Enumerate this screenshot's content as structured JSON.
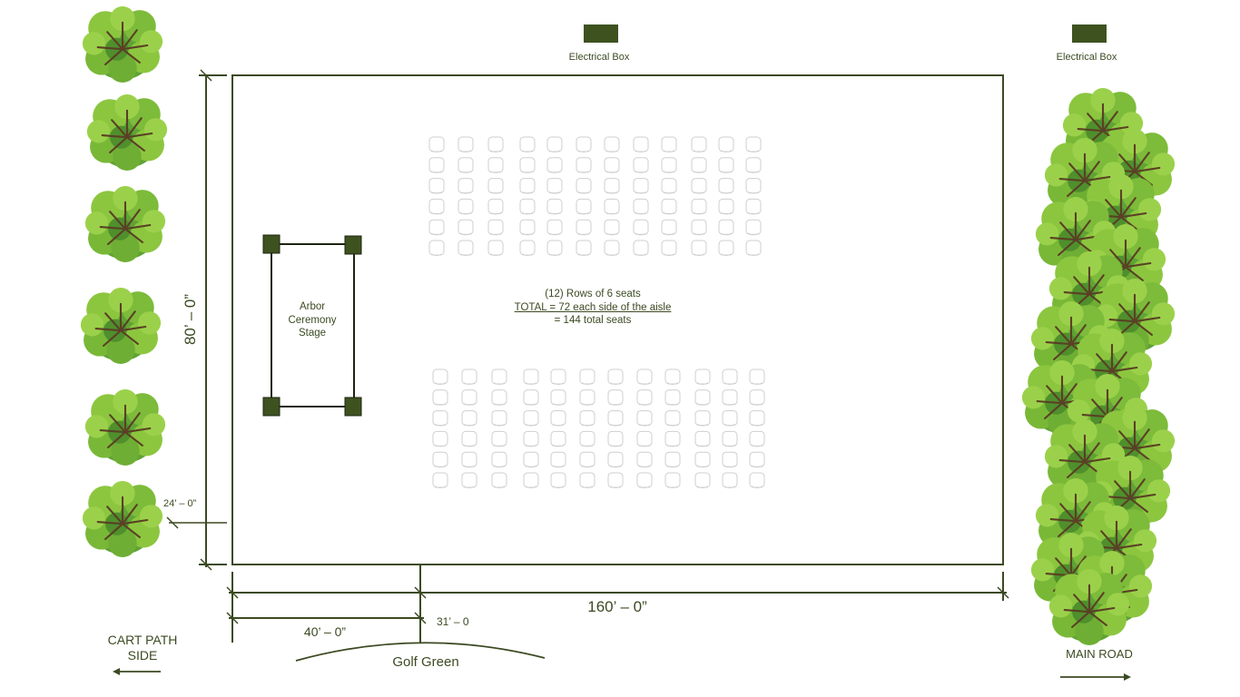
{
  "electrical_box_labels": [
    "Electrical Box",
    "Electrical Box"
  ],
  "stage": {
    "lines": [
      "Arbor",
      "Ceremony",
      "Stage"
    ]
  },
  "seating": {
    "rows": 12,
    "seats_per_row": 6,
    "sections": 2,
    "note_line1": "(12) Rows of 6 seats",
    "note_line2": "TOTAL = 72 each side of the aisle",
    "note_line3": "= 144 total seats"
  },
  "dimensions": {
    "height": "80’ – 0”",
    "width": "160’ – 0”",
    "offset_small": "24’ – 0”",
    "green_offset": "40’ – 0”",
    "green_width": "31’ – 0"
  },
  "labels": {
    "cart_path_line1": "CART PATH",
    "cart_path_line2": "SIDE",
    "golf_green": "Golf Green",
    "main_road": "MAIN ROAD"
  },
  "colors": {
    "line": "#3b4a22",
    "box_fill": "#3e5220",
    "tree_light": "#8cc63f",
    "tree_mid": "#5fa335",
    "tree_dark": "#3f7a24",
    "trunk": "#5a4025",
    "chair": "#cfcfcf"
  },
  "icons": [
    "tree-icon",
    "chair-icon",
    "arrow-left-icon",
    "arrow-right-icon"
  ]
}
